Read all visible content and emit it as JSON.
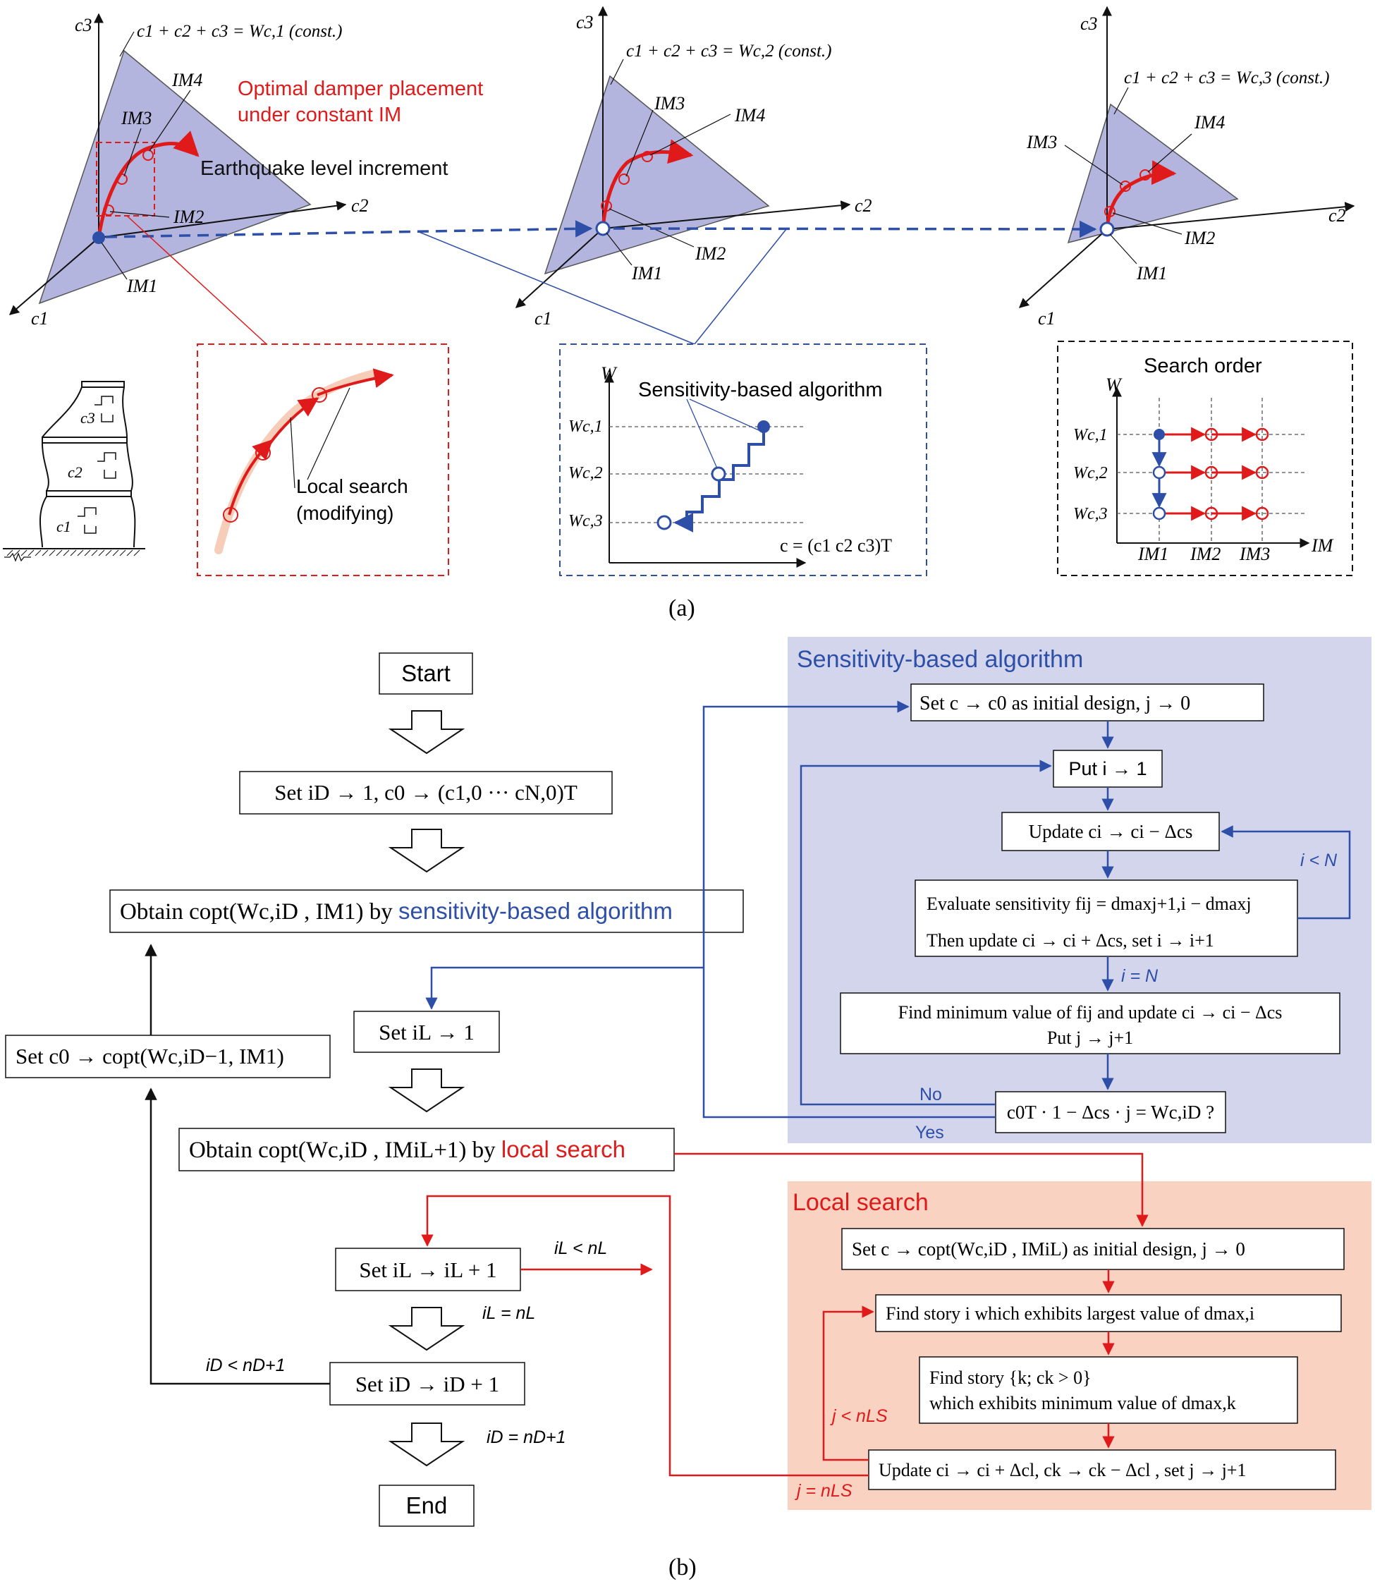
{
  "colors": {
    "blue": "#2e4fa8",
    "red": "#e01a1a",
    "panel_blue": "#d3d5ec",
    "panel_red": "#f9d2c2",
    "plane": "#b3b5de"
  },
  "part_a": {
    "caption": "(a)",
    "axes": {
      "c1": "c1",
      "c2": "c2",
      "c3": "c3"
    },
    "plane_labels": [
      "c1 + c2 + c3 = Wc,1 (const.)",
      "c1 + c2 + c3 = Wc,2 (const.)",
      "c1 + c2 + c3 = Wc,3 (const.)"
    ],
    "im_labels": [
      "IM1",
      "IM2",
      "IM3",
      "IM4"
    ],
    "optimal_placement": [
      "Optimal damper placement",
      "under constant IM"
    ],
    "eq_increment": "Earthquake level increment",
    "local_search": [
      "Local search",
      "(modifying)"
    ],
    "sens_title": "Sensitivity-based algorithm",
    "w_axis": "W",
    "w_levels": [
      "Wc,1",
      "Wc,2",
      "Wc,3"
    ],
    "c_vector": "c = (c1 c2 c3)T",
    "search_order": "Search order",
    "im_axis": "IM",
    "im_ticks": [
      "IM1",
      "IM2",
      "IM3"
    ],
    "story_labels": [
      "c3",
      "c2",
      "c1"
    ]
  },
  "part_b": {
    "caption": "(b)",
    "start": "Start",
    "end": "End",
    "set_id": "Set iD → 1, c0 → (c1,0 ··· cN,0)T",
    "obtain_sens_prefix": "Obtain copt(Wc,iD , IM1) by ",
    "obtain_sens_colored": "sensitivity-based algorithm",
    "set_c0": "Set c0 → copt(Wc,iD−1, IM1)",
    "set_il": "Set iL → 1",
    "obtain_local_prefix": "Obtain copt(Wc,iD , IMiL+1) by ",
    "obtain_local_colored": "local search",
    "set_il_inc": "Set iL → iL + 1",
    "set_id_inc": "Set iD → iD + 1",
    "cond_il_lt": "iL < nL",
    "cond_il_eq": "iL = nL",
    "cond_id_lt": "iD < nD+1",
    "cond_id_eq": "iD = nD+1",
    "sens_panel": {
      "title": "Sensitivity-based algorithm",
      "s1": "Set c → c0 as initial design, j → 0",
      "s2": "Put i → 1",
      "s3": "Update ci → ci − Δcs",
      "s4a": "Evaluate sensitivity  fij = dmaxj+1,i − dmaxj",
      "s4b": "Then update ci → ci + Δcs, set i → i+1",
      "s5a": "Find minimum value of  fij  and update ci → ci − Δcs",
      "s5b": "Put j → j+1",
      "s6": "c0T · 1 − Δcs · j = Wc,iD ?",
      "i_lt": "i < N",
      "i_eq": "i = N",
      "no": "No",
      "yes": "Yes"
    },
    "local_panel": {
      "title": "Local search",
      "l1": "Set c → copt(Wc,iD , IMiL) as initial design, j → 0",
      "l2": "Find story i which exhibits largest value of dmax,i",
      "l3a": "Find story {k; ck > 0}",
      "l3b": "which exhibits minimum value of dmax,k",
      "l4": "Update ci → ci + Δcl, ck → ck − Δcl , set j → j+1",
      "j_lt": "j < nLS",
      "j_eq": "j = nLS"
    }
  }
}
